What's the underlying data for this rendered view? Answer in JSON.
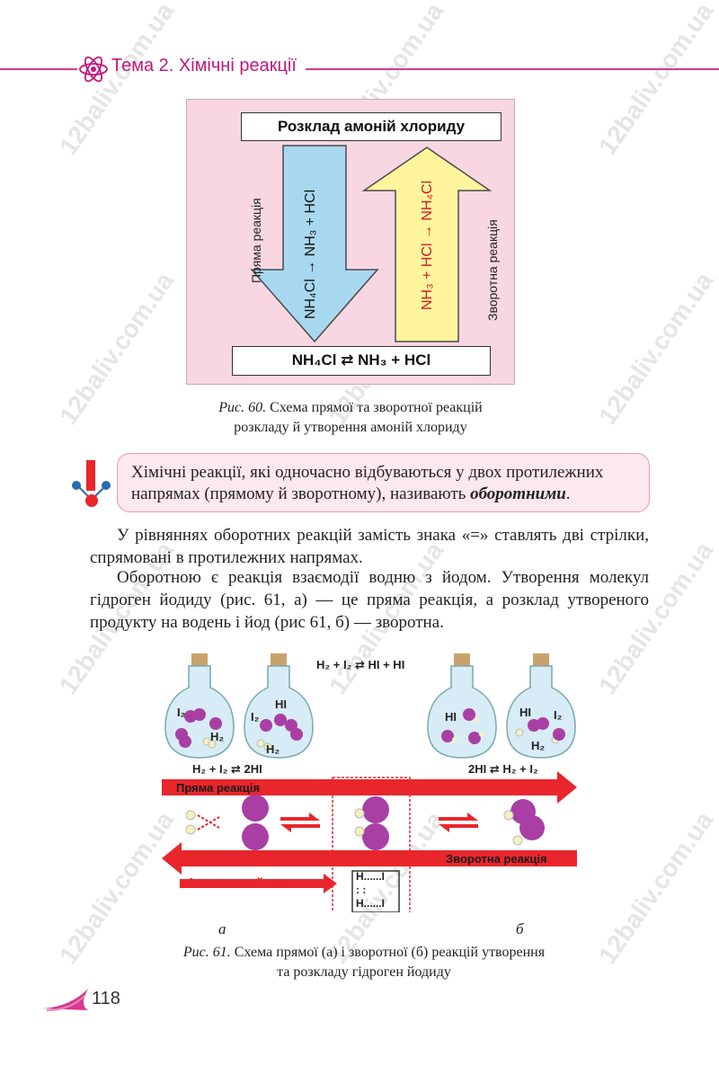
{
  "header": {
    "title": "Тема 2. Хімічні реакції"
  },
  "watermark": "12baliv.com.ua",
  "figure60": {
    "box_title": "Розклад амоній хлориду",
    "forward_label": "Пряма реакція",
    "reverse_label": "Зворотна реакція",
    "forward_eq": "NH₄Cl → NH₃ + HCl",
    "reverse_eq": "NH₃ + HCl → NH₄Cl",
    "equilibrium_eq": "NH₄Cl ⇄ NH₃ + HCl",
    "caption_num": "Рис. 60.",
    "caption_line1": "Схема прямої та зворотної реакцій",
    "caption_line2": "розкладу й утворення амоній хлориду"
  },
  "definition": {
    "text_before": "Хімічні реакції, які одночасно відбуваються у двох протилежних напрямах (прямому й зворотному), називають ",
    "term": "оборотними",
    "text_after": "."
  },
  "paragraphs": [
    "У рівняннях оборотних реакцій замість знака «=» ставлять дві стрілки, спрямовані в протилежних напрямах.",
    "Оборотною є реакція взаємодії водню з йодом. Утворення молекул гідроген йодиду (рис. 61, а) — це пряма реакція, а розклад утвореного продукту на водень і йод (рис 61, б) — зворотна."
  ],
  "figure61": {
    "top_eq": "H₂ + I₂ ⇄ HI + HI",
    "left_eq": "H₂ + I₂ ⇄ 2HI",
    "right_eq": "2HI ⇄ H₂ + I₂",
    "forward_label": "Пряма реакція",
    "reverse_label": "Зворотна реакція",
    "activated_label": "Активований стан",
    "flask_labels": {
      "f1": [
        "I₂",
        "H₂"
      ],
      "f2": [
        "I₂",
        "HI",
        "H₂"
      ],
      "f3": [
        "HI"
      ],
      "f4": [
        "HI",
        "I₂",
        "H₂"
      ]
    },
    "complex_rows": [
      "H......I",
      ":         :",
      "H......I"
    ],
    "sub_a": "а",
    "sub_b": "б",
    "caption_num": "Рис. 61.",
    "caption_line1": "Схема прямої (а) і зворотної (б) реакцій утворення",
    "caption_line2": "та розкладу гідроген йодиду"
  },
  "page_number": "118",
  "colors": {
    "accent": "#d8388f",
    "arrow_blue": "#a8d8ef",
    "arrow_yellow": "#fff59d",
    "red": "#e8262b",
    "pink_bg": "#f8d7e3"
  }
}
